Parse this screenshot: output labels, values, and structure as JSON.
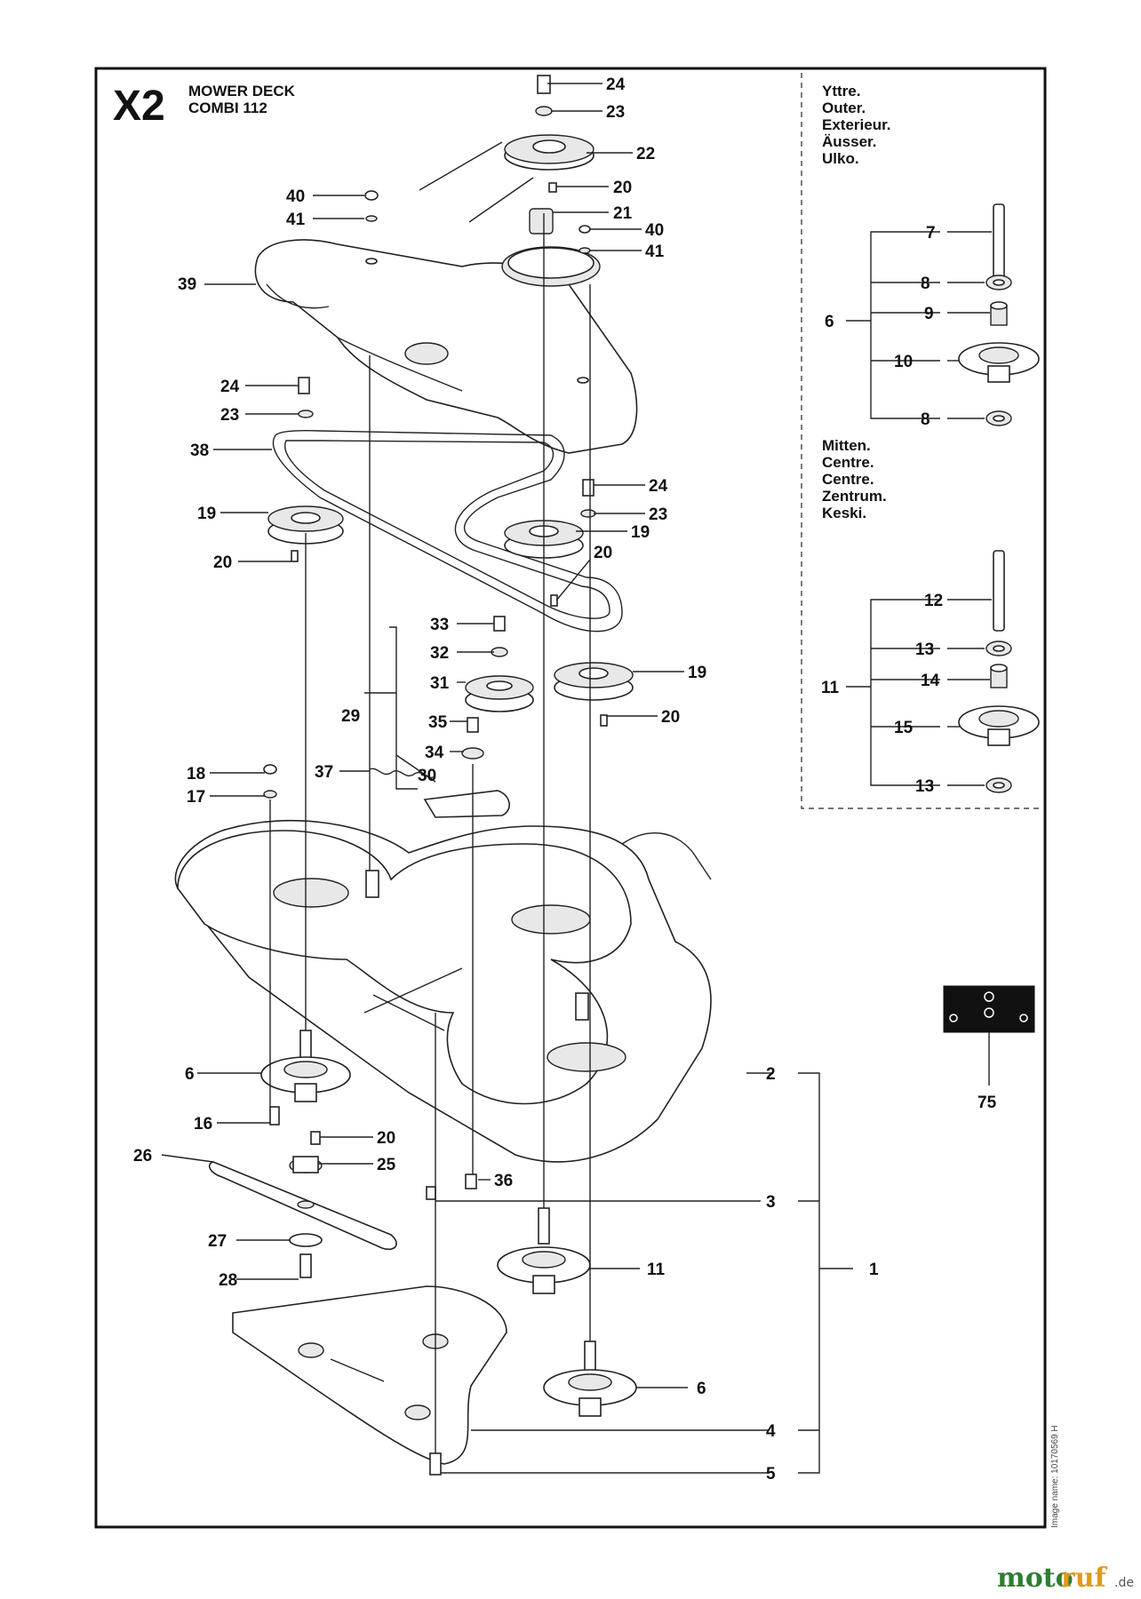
{
  "header": {
    "tag": "X2",
    "title_line1": "MOWER DECK",
    "title_line2": "COMBI 112"
  },
  "inset_outer": [
    "Yttre.",
    "Outer.",
    "Exterieur.",
    "Äusser.",
    "Ulko."
  ],
  "inset_center": [
    "Mitten.",
    "Centre.",
    "Centre.",
    "Zentrum.",
    "Keski."
  ],
  "callouts": [
    {
      "id": "c24a",
      "label": "24"
    },
    {
      "id": "c23a",
      "label": "23"
    },
    {
      "id": "c22",
      "label": "22"
    },
    {
      "id": "c20a",
      "label": "20"
    },
    {
      "id": "c21",
      "label": "21"
    },
    {
      "id": "c40a",
      "label": "40"
    },
    {
      "id": "c41a",
      "label": "41"
    },
    {
      "id": "c40b",
      "label": "40"
    },
    {
      "id": "c41b",
      "label": "41"
    },
    {
      "id": "c39",
      "label": "39"
    },
    {
      "id": "c24b",
      "label": "24"
    },
    {
      "id": "c23b",
      "label": "23"
    },
    {
      "id": "c38",
      "label": "38"
    },
    {
      "id": "c24c",
      "label": "24"
    },
    {
      "id": "c23c",
      "label": "23"
    },
    {
      "id": "c19a",
      "label": "19"
    },
    {
      "id": "c19b",
      "label": "19"
    },
    {
      "id": "c20b",
      "label": "20"
    },
    {
      "id": "c20c",
      "label": "20"
    },
    {
      "id": "c33",
      "label": "33"
    },
    {
      "id": "c32",
      "label": "32"
    },
    {
      "id": "c31",
      "label": "31"
    },
    {
      "id": "c19c",
      "label": "19"
    },
    {
      "id": "c29",
      "label": "29"
    },
    {
      "id": "c35",
      "label": "35"
    },
    {
      "id": "c20d",
      "label": "20"
    },
    {
      "id": "c34",
      "label": "34"
    },
    {
      "id": "c18",
      "label": "18"
    },
    {
      "id": "c37",
      "label": "37"
    },
    {
      "id": "c30",
      "label": "30"
    },
    {
      "id": "c17",
      "label": "17"
    },
    {
      "id": "c6a",
      "label": "6"
    },
    {
      "id": "c2",
      "label": "2"
    },
    {
      "id": "c16",
      "label": "16"
    },
    {
      "id": "c20e",
      "label": "20"
    },
    {
      "id": "c26",
      "label": "26"
    },
    {
      "id": "c25",
      "label": "25"
    },
    {
      "id": "c36",
      "label": "36"
    },
    {
      "id": "c3",
      "label": "3"
    },
    {
      "id": "c1",
      "label": "1"
    },
    {
      "id": "c11a",
      "label": "11"
    },
    {
      "id": "c27",
      "label": "27"
    },
    {
      "id": "c28",
      "label": "28"
    },
    {
      "id": "c6b",
      "label": "6"
    },
    {
      "id": "c4",
      "label": "4"
    },
    {
      "id": "c5",
      "label": "5"
    },
    {
      "id": "c75",
      "label": "75"
    },
    {
      "id": "i7",
      "label": "7"
    },
    {
      "id": "i8a",
      "label": "8"
    },
    {
      "id": "i9",
      "label": "9"
    },
    {
      "id": "i6",
      "label": "6"
    },
    {
      "id": "i10",
      "label": "10"
    },
    {
      "id": "i8b",
      "label": "8"
    },
    {
      "id": "i12",
      "label": "12"
    },
    {
      "id": "i13a",
      "label": "13"
    },
    {
      "id": "i14",
      "label": "14"
    },
    {
      "id": "i11",
      "label": "11"
    },
    {
      "id": "i15",
      "label": "15"
    },
    {
      "id": "i13b",
      "label": "13"
    }
  ],
  "side_text": "Image name: 10170569 H",
  "watermark": {
    "part1": "moto",
    "part2": "ruf",
    "suffix": ".de"
  }
}
